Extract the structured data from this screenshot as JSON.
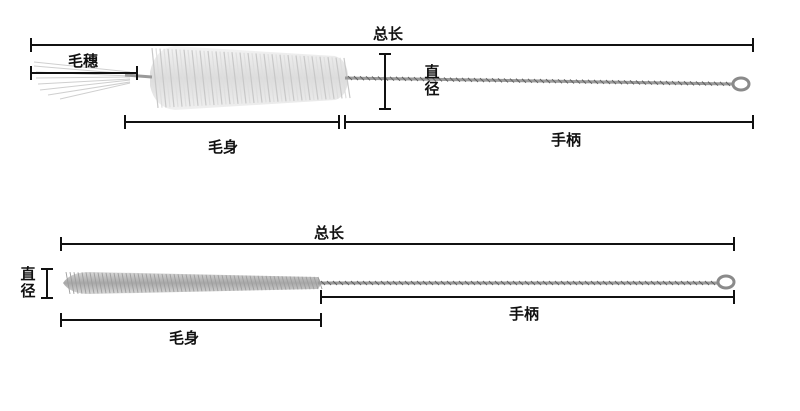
{
  "top": {
    "total_length": "总长",
    "tassel": "毛穗",
    "diameter_chars": [
      "直",
      "径"
    ],
    "brush_body": "毛身",
    "handle": "手柄"
  },
  "bottom": {
    "total_length": "总长",
    "diameter_chars": [
      "直",
      "径"
    ],
    "brush_body": "毛身",
    "handle": "手柄"
  },
  "colors": {
    "line": "#111111",
    "bristle": "#e6e6e6",
    "bristle_shadow": "#bdbdbd",
    "wire": "#8a8a8a"
  }
}
